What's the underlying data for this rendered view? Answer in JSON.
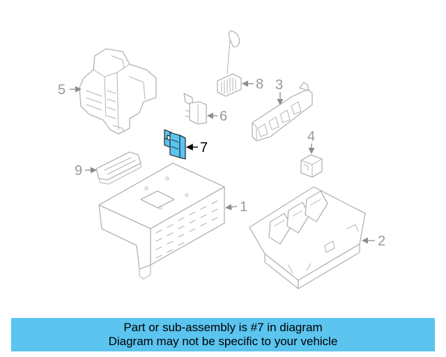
{
  "callouts": {
    "c1": "1",
    "c2": "2",
    "c3": "3",
    "c4": "4",
    "c5": "5",
    "c6": "6",
    "c7": "7",
    "c8": "8",
    "c9": "9"
  },
  "highlighted_part": "7",
  "colors": {
    "highlight": "#5bc4ef",
    "banner": "#5bc4ef",
    "line_art": "#b3b3b3",
    "callout_text": "#999999"
  },
  "banner": {
    "line1": "Part or sub-assembly is #7 in diagram",
    "line2": "Diagram may not be specific to your vehicle"
  }
}
